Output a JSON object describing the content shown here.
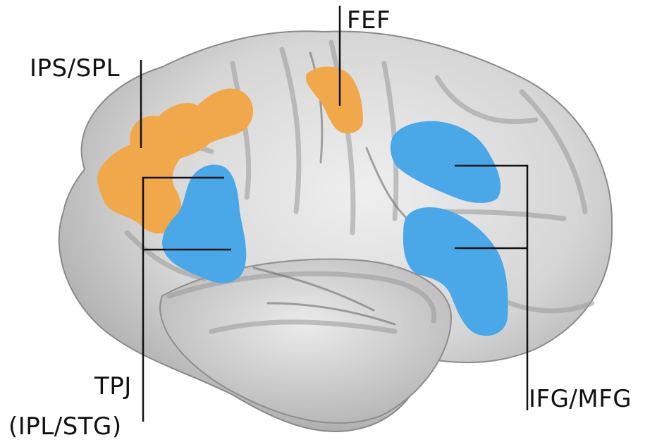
{
  "labels": {
    "ips_spl": "IPS/SPL",
    "fef": "FEF",
    "tpj_line1": "TPJ",
    "tpj_line2": "(IPL/STG)",
    "ifg_mfg": "IFG/MFG"
  },
  "colors": {
    "dorsal_network": "#f0a84a",
    "ventral_network": "#4aa8e8",
    "cortex": "#d8d8d8",
    "leader_line": "#111111"
  }
}
